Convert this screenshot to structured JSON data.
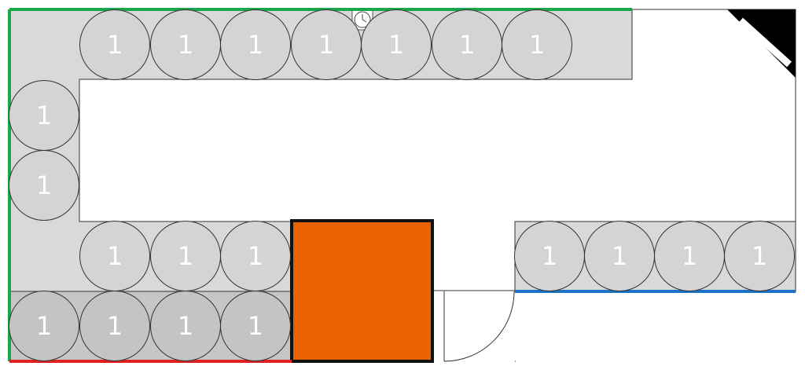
{
  "plan": {
    "seat_label": "1",
    "seat_count": 20,
    "groups": [
      {
        "name": "top-row",
        "count": 7
      },
      {
        "name": "left-column",
        "count": 2
      },
      {
        "name": "middle-row",
        "count": 3
      },
      {
        "name": "bottom-row",
        "count": 4
      },
      {
        "name": "right-row",
        "count": 4
      }
    ],
    "icons": [
      "clock-icon",
      "window-icon",
      "door-icon"
    ],
    "colors": {
      "area_fill": "#d9d9d9",
      "bottom_area_fill": "#c6c6c6",
      "seat_fill": "#d4d4d4",
      "bottom_seat_fill": "#c4c4c4",
      "outline": "#333333",
      "block_fill": "#ea6200",
      "block_border": "#111111",
      "green_wall": "#1aa64a",
      "red_wall": "#e02020",
      "blue_wall": "#1a73c8",
      "window_fill": "#000000"
    }
  }
}
